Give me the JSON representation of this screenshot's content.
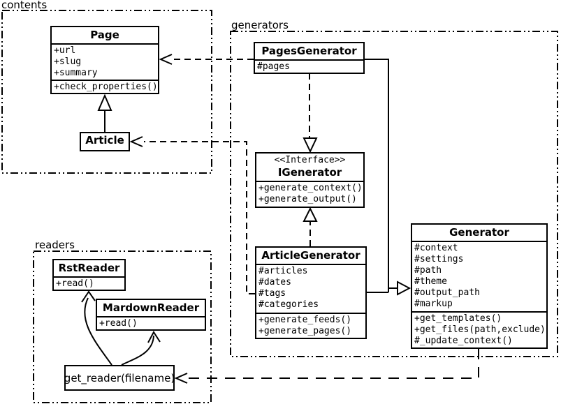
{
  "diagram": {
    "kind": "uml-class-diagram",
    "colors": {
      "stroke": "#000000",
      "background": "#ffffff"
    }
  },
  "packages": {
    "contents": {
      "label": "contents"
    },
    "generators": {
      "label": "generators"
    },
    "readers": {
      "label": "readers"
    }
  },
  "classes": {
    "page": {
      "title": "Page",
      "attributes": [
        "+url",
        "+slug",
        "+summary"
      ],
      "methods": [
        "+check_properties()"
      ]
    },
    "article": {
      "title": "Article"
    },
    "pages_generator": {
      "title": "PagesGenerator",
      "attributes": [
        "#pages"
      ]
    },
    "igenerator": {
      "stereotype": "<<Interface>>",
      "title": "IGenerator",
      "methods": [
        "+generate_context()",
        "+generate_output()"
      ]
    },
    "article_generator": {
      "title": "ArticleGenerator",
      "attributes": [
        "#articles",
        "#dates",
        "#tags",
        "#categories"
      ],
      "methods": [
        "+generate_feeds()",
        "+generate_pages()"
      ]
    },
    "generator": {
      "title": "Generator",
      "attributes": [
        "#context",
        "#settings",
        "#path",
        "#theme",
        "#output_path",
        "#markup"
      ],
      "methods": [
        "+get_templates()",
        "+get_files(path,exclude)",
        "#_update_context()"
      ]
    },
    "rst_reader": {
      "title": "RstReader",
      "methods": [
        "+read()"
      ]
    },
    "mardown_reader": {
      "title": "MardownReader",
      "methods": [
        "+read()"
      ]
    },
    "get_reader": {
      "label": "get_reader(filename)"
    }
  },
  "relationships": [
    {
      "from": "Article",
      "to": "Page",
      "type": "inheritance"
    },
    {
      "from": "PagesGenerator",
      "to": "Page",
      "type": "dependency"
    },
    {
      "from": "ArticleGenerator",
      "to": "Article",
      "type": "dependency"
    },
    {
      "from": "PagesGenerator",
      "to": "IGenerator",
      "type": "realization"
    },
    {
      "from": "ArticleGenerator",
      "to": "IGenerator",
      "type": "realization"
    },
    {
      "from": "PagesGenerator",
      "to": "Generator",
      "type": "inheritance"
    },
    {
      "from": "ArticleGenerator",
      "to": "Generator",
      "type": "inheritance"
    },
    {
      "from": "Generator",
      "to": "get_reader(filename)",
      "type": "dependency"
    },
    {
      "from": "get_reader(filename)",
      "to": "RstReader",
      "type": "dependency"
    },
    {
      "from": "get_reader(filename)",
      "to": "MardownReader",
      "type": "dependency"
    }
  ]
}
